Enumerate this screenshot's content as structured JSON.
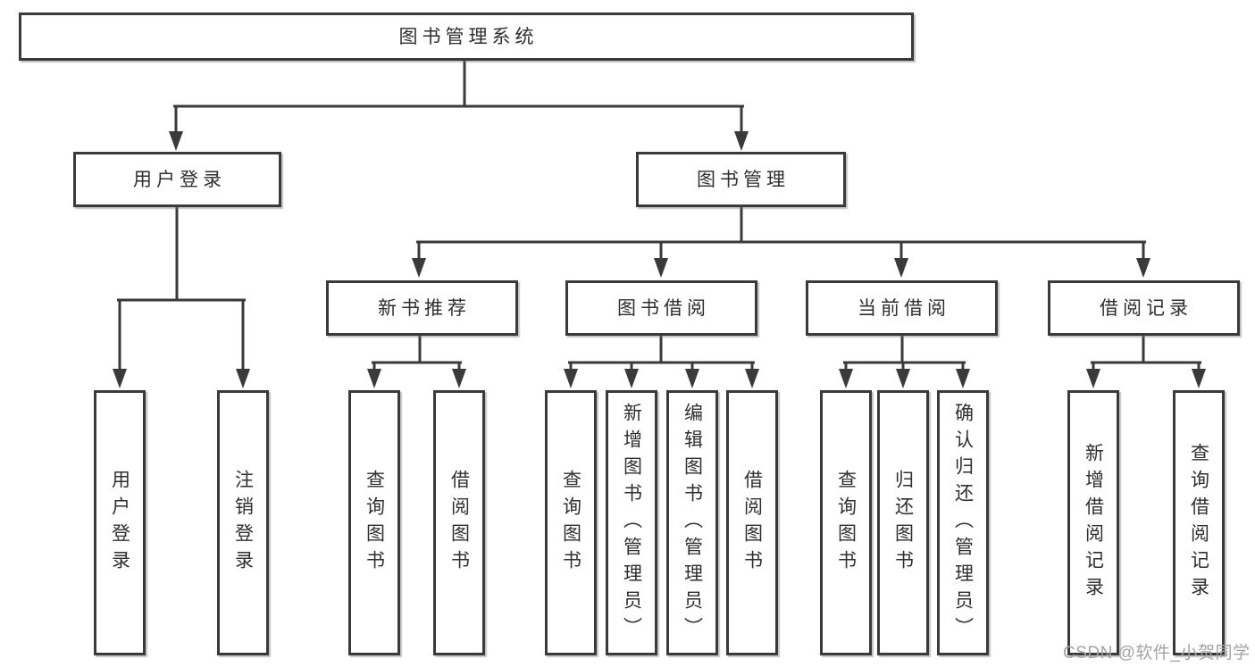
{
  "diagram": {
    "title": "图书管理系统",
    "modules": [
      {
        "label": "用户登录",
        "functions": [
          {
            "label": "用户登录"
          },
          {
            "label": "注销登录"
          }
        ]
      },
      {
        "label": "图书管理",
        "submodules": [
          {
            "label": "新书推荐",
            "functions": [
              {
                "label": "查询图书"
              },
              {
                "label": "借阅图书"
              }
            ]
          },
          {
            "label": "图书借阅",
            "functions": [
              {
                "label": "查询图书"
              },
              {
                "label": "新增图书（管理员）"
              },
              {
                "label": "编辑图书（管理员）"
              },
              {
                "label": "借阅图书"
              }
            ]
          },
          {
            "label": "当前借阅",
            "functions": [
              {
                "label": "查询图书"
              },
              {
                "label": "归还图书"
              },
              {
                "label": "确认归还（管理员）"
              }
            ]
          },
          {
            "label": "借阅记录",
            "functions": [
              {
                "label": "新增借阅记录"
              },
              {
                "label": "查询借阅记录"
              }
            ]
          }
        ]
      }
    ]
  },
  "watermark": {
    "text": "CSDN @软件_小贺同学"
  },
  "colors": {
    "line": "#3a3a3a",
    "box_border": "#3a3a3a",
    "box_fill": "#ffffff",
    "text": "#2f2f2f",
    "background": "#ffffff",
    "watermark": "#a3a3a3"
  }
}
